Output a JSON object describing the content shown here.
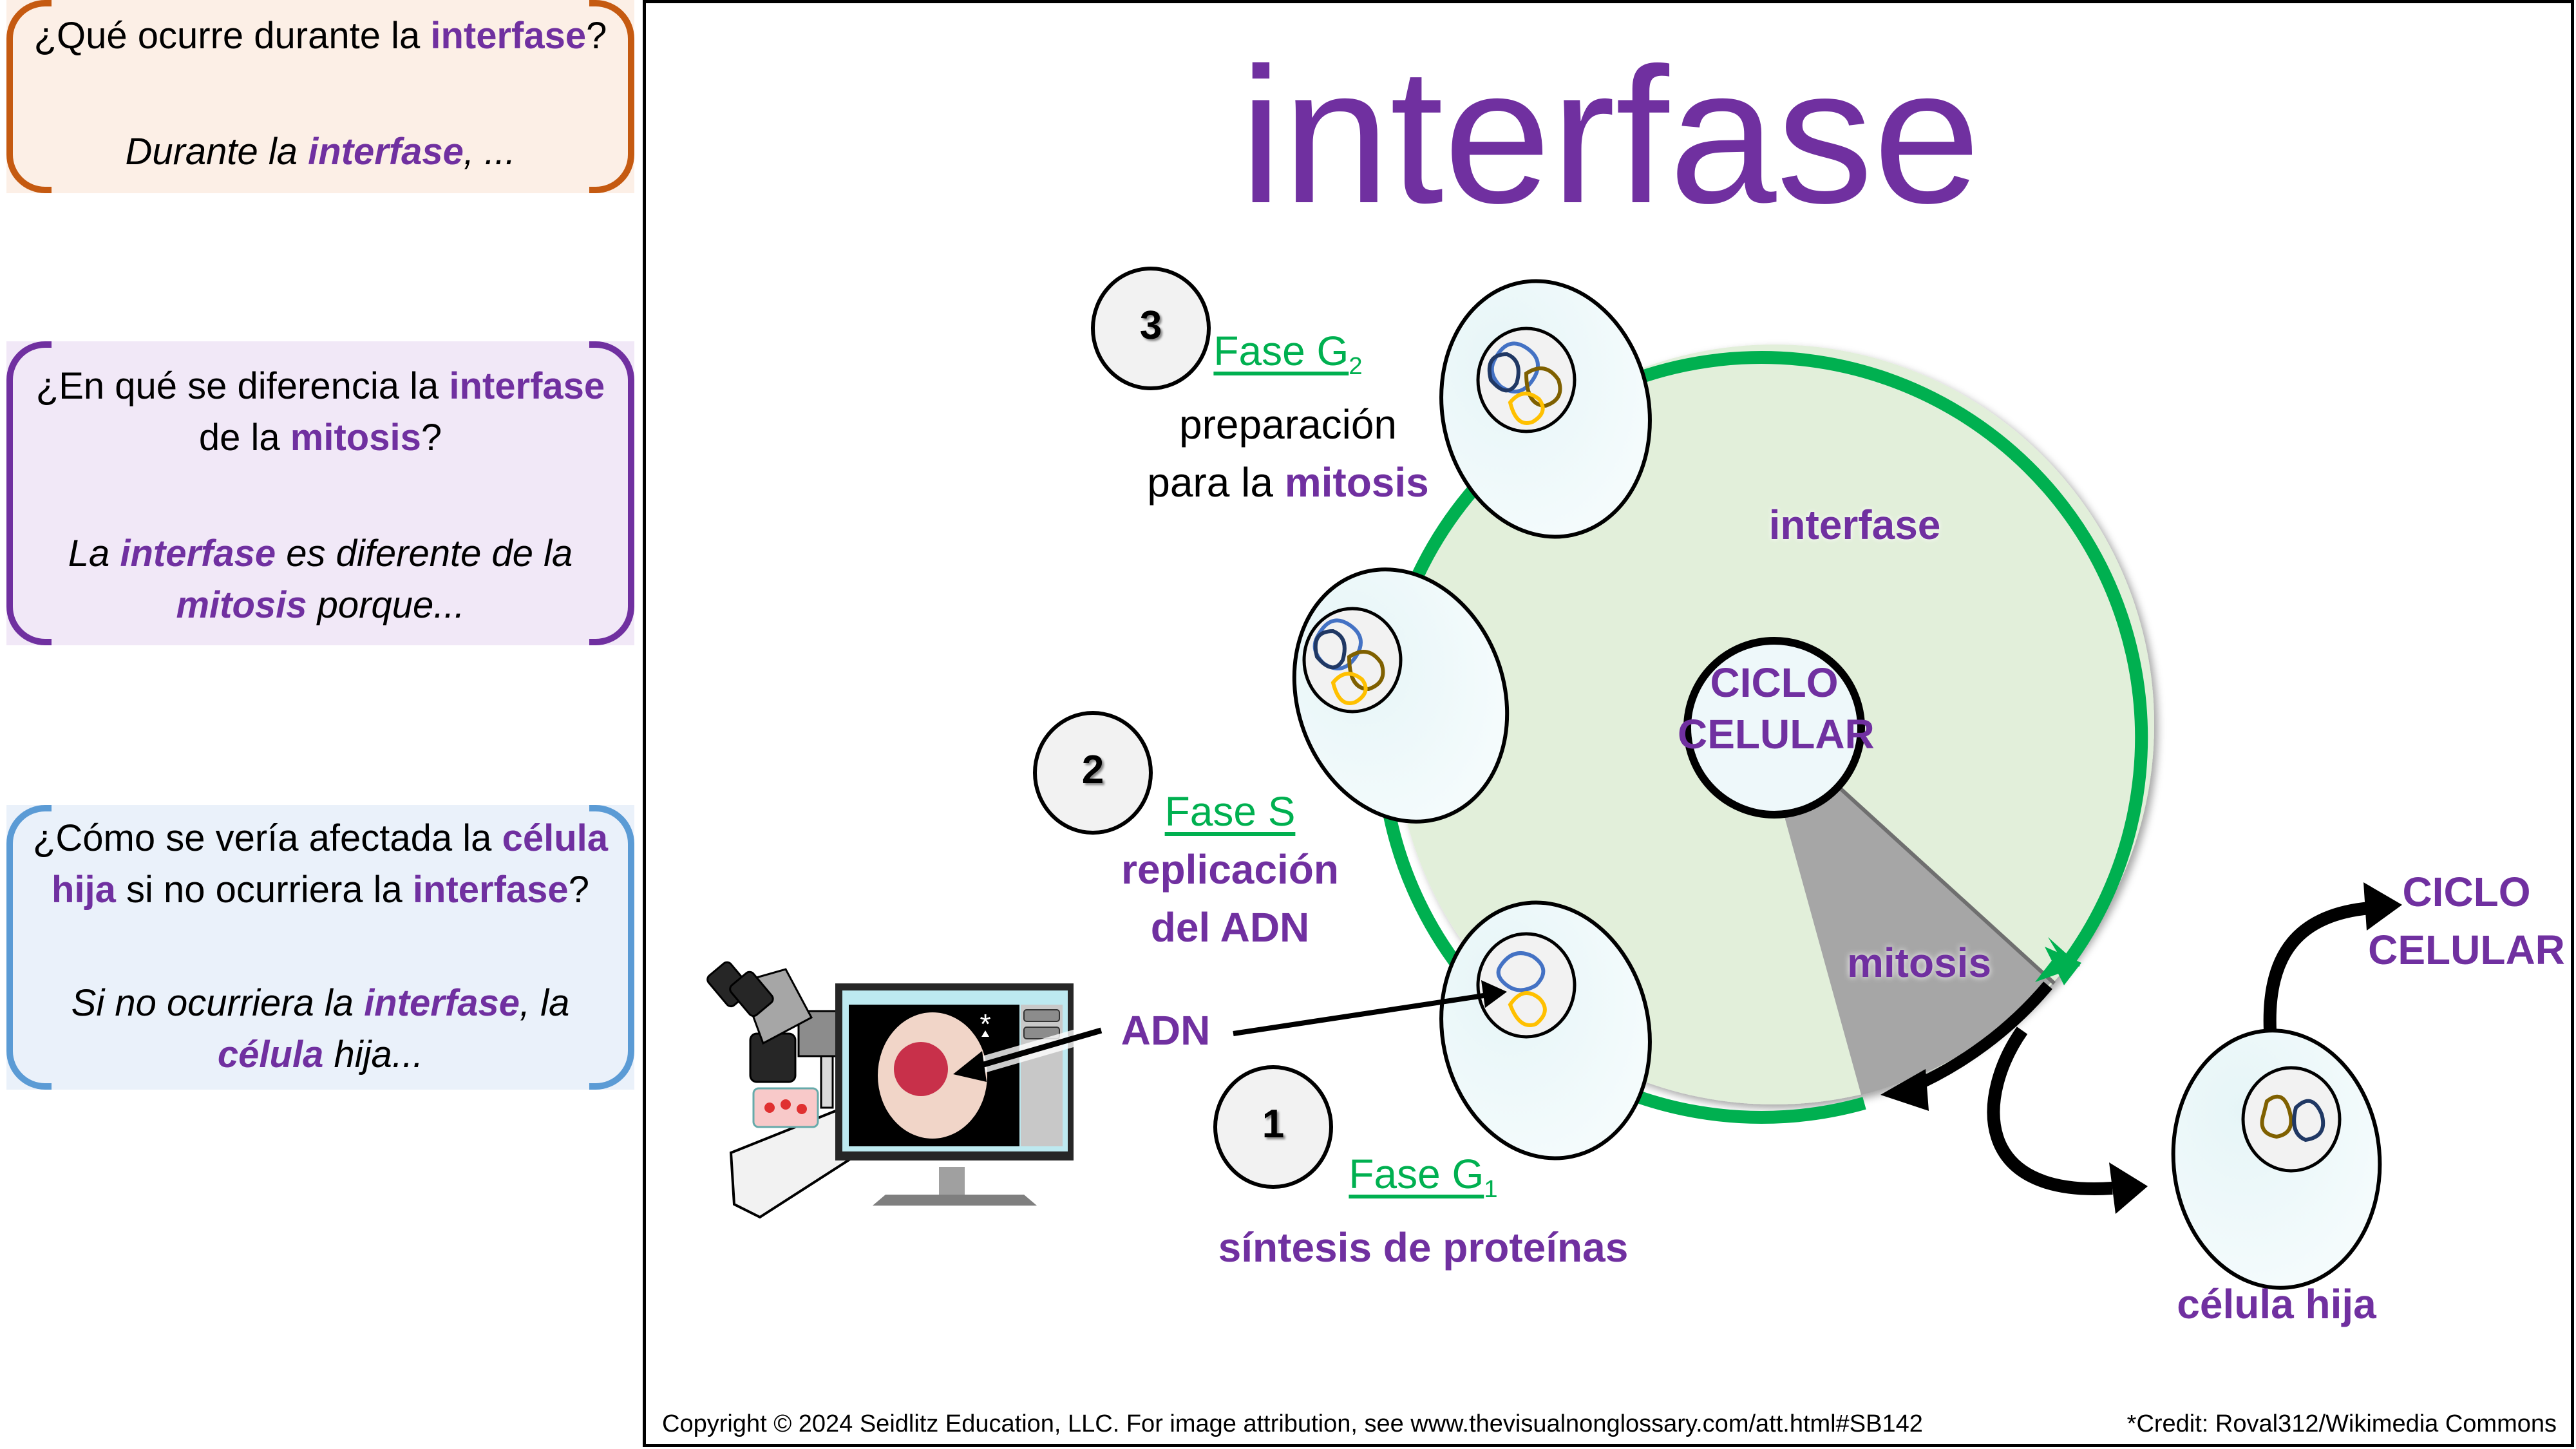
{
  "prompts": [
    {
      "question_parts": [
        {
          "text": "¿Qué ocurre durante la ",
          "style": "plain"
        },
        {
          "text": "interfase",
          "style": "highlight"
        },
        {
          "text": "?",
          "style": "plain"
        }
      ],
      "answer_parts": [
        {
          "text": "Durante la ",
          "style": "plain"
        },
        {
          "text": "interfase",
          "style": "highlight"
        },
        {
          "text": ", ...",
          "style": "plain"
        }
      ],
      "accent": "#C55A11",
      "background": "#FCEFE6"
    },
    {
      "question_parts": [
        {
          "text": "¿En qué se diferencia la ",
          "style": "plain"
        },
        {
          "text": "interfase",
          "style": "highlight"
        },
        {
          "text": " de la ",
          "style": "plain"
        },
        {
          "text": "mitosis",
          "style": "highlight"
        },
        {
          "text": "?",
          "style": "plain"
        }
      ],
      "answer_parts": [
        {
          "text": "La ",
          "style": "plain"
        },
        {
          "text": "interfase",
          "style": "highlight"
        },
        {
          "text": " es diferente de la ",
          "style": "plain"
        },
        {
          "text": "mitosis",
          "style": "highlight"
        },
        {
          "text": " porque...",
          "style": "plain"
        }
      ],
      "accent": "#7030A0",
      "background": "#F1E8F7"
    },
    {
      "question_parts": [
        {
          "text": "¿Cómo se vería afectada la ",
          "style": "plain"
        },
        {
          "text": "célula hija",
          "style": "highlight"
        },
        {
          "text": " si no ocurriera la ",
          "style": "plain"
        },
        {
          "text": "interfase",
          "style": "highlight"
        },
        {
          "text": "?",
          "style": "plain"
        }
      ],
      "answer_parts": [
        {
          "text": "Si no ocurriera la ",
          "style": "plain"
        },
        {
          "text": "interfase",
          "style": "highlight"
        },
        {
          "text": ", la ",
          "style": "plain"
        },
        {
          "text": "célula",
          "style": "highlight"
        },
        {
          "text": " hija...",
          "style": "plain"
        }
      ],
      "accent": "#5B9BD5",
      "background": "#EAF1FA"
    }
  ],
  "title": "interfase",
  "diagram": {
    "colors": {
      "purple": "#7030A0",
      "green": "#00B050",
      "cycle_fill": "#E2EFDA",
      "mitosis_fill": "#A6A6A6",
      "cell_fill": "#EEF8FA",
      "nucleus_fill": "#F2F2F2"
    },
    "cycle_center_label": [
      "CICLO",
      "CELULAR"
    ],
    "interfase_label": "interfase",
    "mitosis_label": "mitosis",
    "phases": [
      {
        "number": "3",
        "name": "Fase G",
        "subscript": "2",
        "desc_line1": "preparación",
        "desc_line2_plain": "para la ",
        "desc_line2_highlight": "mitosis"
      },
      {
        "number": "2",
        "name": "Fase S",
        "subscript": "",
        "desc_line1": "replicación",
        "desc_line2_plain": "",
        "desc_line2_highlight": "del ADN"
      },
      {
        "number": "1",
        "name": "Fase G",
        "subscript": "1",
        "desc_line1": "síntesis de proteínas",
        "desc_line2_plain": "",
        "desc_line2_highlight": ""
      }
    ],
    "adn_label": "ADN",
    "microscope_asterisk": "*",
    "daughter_cell_label": "célula hija",
    "next_cycle_label": [
      "CICLO",
      "CELULAR"
    ]
  },
  "footer": {
    "copyright": "Copyright © 2024 Seidlitz Education, LLC.  For image attribution, see www.thevisualnonglossary.com/att.html#SB142",
    "credit": "*Credit: Roval312/Wikimedia Commons"
  }
}
